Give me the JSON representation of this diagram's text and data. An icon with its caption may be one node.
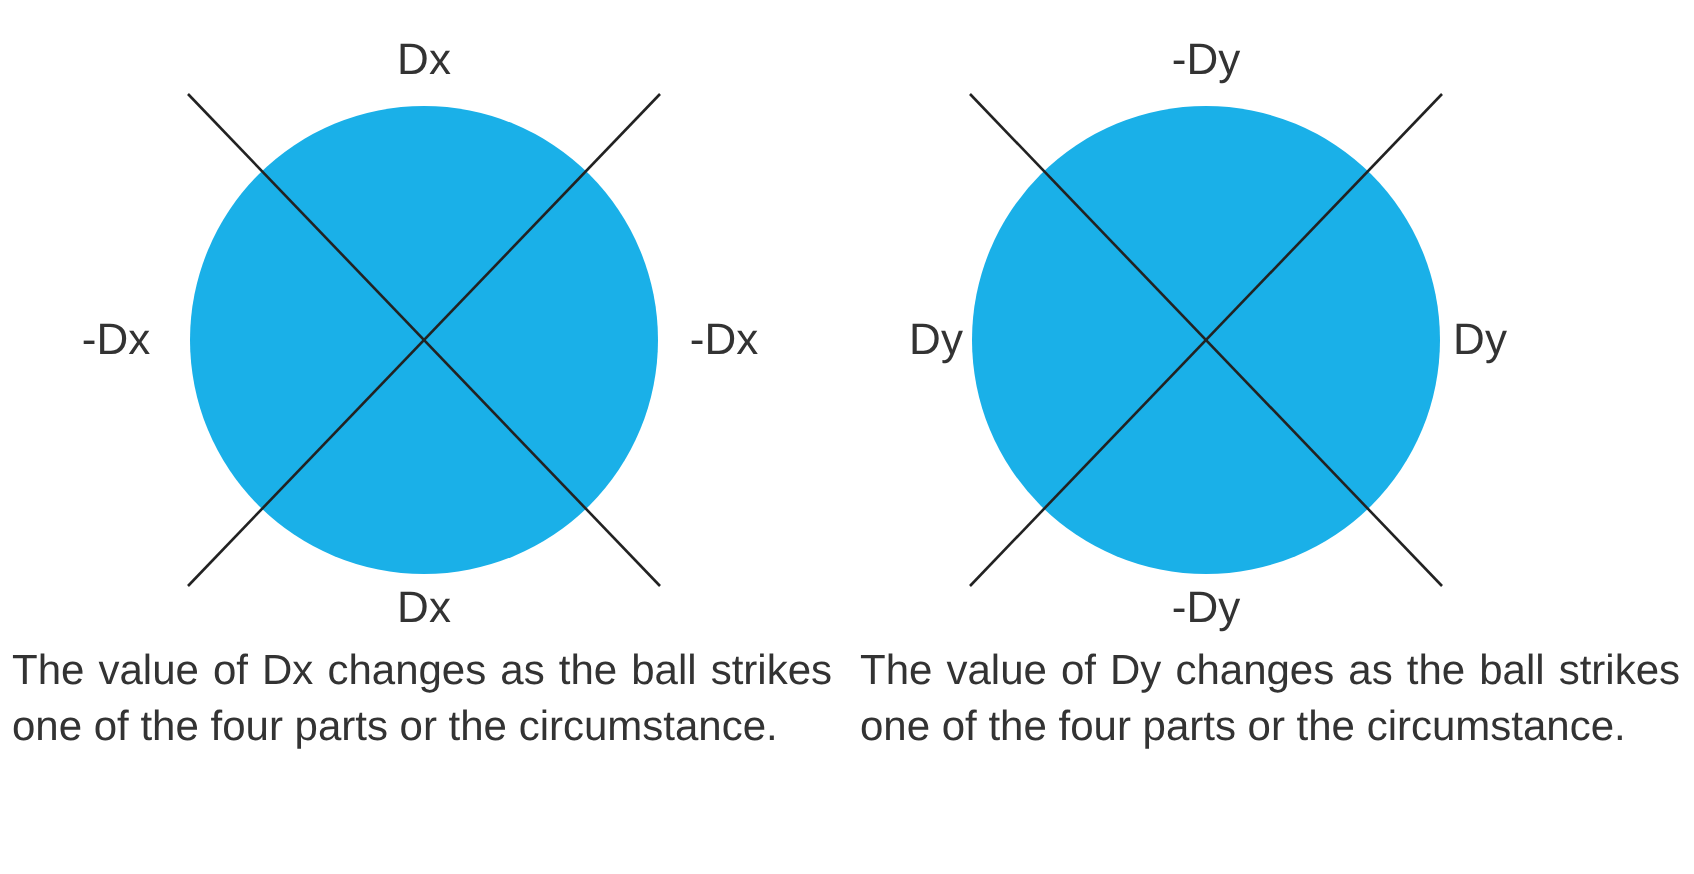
{
  "diagram": {
    "labels": [
      "Dx",
      "-Dy",
      "-Dx",
      "-Dx",
      "Dy",
      "Dy",
      "Dx",
      "-Dy",
      "The value of Dx changes as the ball strikes one of the four parts or the circumstance.",
      "The value of Dy changes as the ball strikes one of the four parts or the circumstance."
    ]
  }
}
